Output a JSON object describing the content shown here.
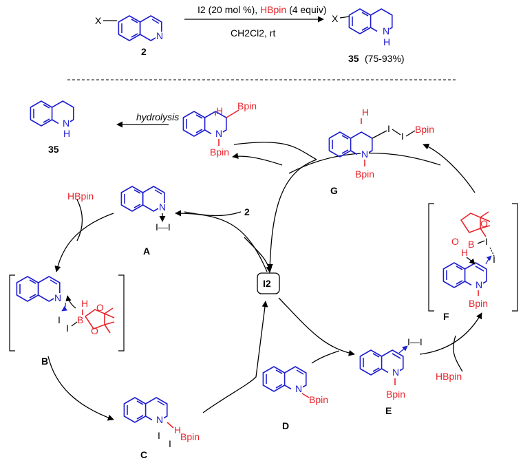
{
  "header": {
    "x_sub": "X",
    "reagent_i2": "I2 (20 mol %),",
    "reagent_hbpin": "HBpin",
    "reagent_equiv": "(4 equiv)",
    "conditions": "CH2Cl2, rt",
    "substrate_label": "2",
    "product_label": "35",
    "product_yield": "(75-93%)",
    "nh": "N\nH"
  },
  "cycle": {
    "hydrolysis": "hydrolysis",
    "product_label": "35",
    "center_label": "I2",
    "label_A": "A",
    "label_B": "B",
    "label_C": "C",
    "label_D": "D",
    "label_E": "E",
    "label_F": "F",
    "label_G": "G",
    "input_2": "2",
    "hbpin_left": "HBpin",
    "hbpin_right": "HBpin",
    "bpin": "Bpin",
    "i_atom": "I",
    "h_atom": "H",
    "b_atom": "B",
    "o_atom": "O",
    "n_atom": "N",
    "ii": "I—I"
  },
  "colors": {
    "structure": "#1e1ed2",
    "reagent": "#e8242b",
    "text": "#000000"
  }
}
